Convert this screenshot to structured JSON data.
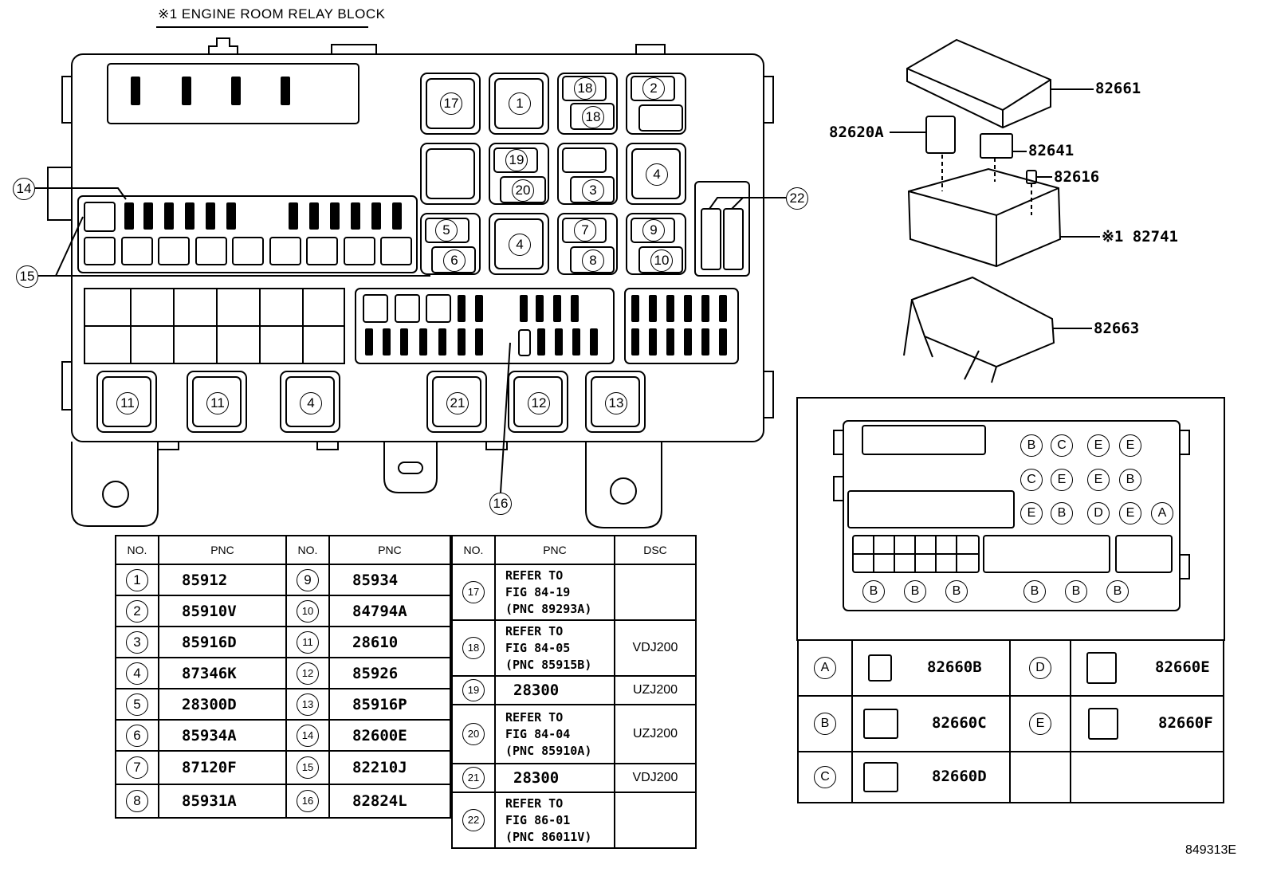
{
  "title": "※1 ENGINE ROOM RELAY BLOCK",
  "callouts_main": [
    "14",
    "15",
    "16",
    "22"
  ],
  "box_labels": {
    "top_row": [
      "17",
      "1",
      "18",
      "18",
      "2"
    ],
    "row2": [
      "19",
      "20",
      "3",
      "4"
    ],
    "row3": [
      "5",
      "6",
      "4",
      "7",
      "8",
      "9",
      "10"
    ],
    "bottom": [
      "11",
      "11",
      "4",
      "21",
      "12",
      "13"
    ]
  },
  "exploded_parts": [
    {
      "pnc": "82661"
    },
    {
      "pnc": "82620A"
    },
    {
      "pnc": "82641"
    },
    {
      "pnc": "82616"
    },
    {
      "pnc": "※1 82741"
    },
    {
      "pnc": "82663"
    }
  ],
  "connector_map": {
    "row1": [
      "B",
      "C",
      "E",
      "E"
    ],
    "row2": [
      "C",
      "E",
      "E",
      "B"
    ],
    "row3": [
      "E",
      "B",
      "D",
      "E",
      "A"
    ],
    "row4": [
      "B",
      "B",
      "B",
      "B",
      "B",
      "B"
    ]
  },
  "connector_table": [
    {
      "left_letter": "A",
      "left_pnc": "82660B",
      "right_letter": "D",
      "right_pnc": "82660E"
    },
    {
      "left_letter": "B",
      "left_pnc": "82660C",
      "right_letter": "E",
      "right_pnc": "82660F"
    },
    {
      "left_letter": "C",
      "left_pnc": "82660D",
      "right_letter": "",
      "right_pnc": ""
    }
  ],
  "table_headers": {
    "no": "NO.",
    "pnc": "PNC",
    "dsc": "DSC"
  },
  "parts_left": [
    {
      "no": "1",
      "pnc": "85912"
    },
    {
      "no": "2",
      "pnc": "85910V"
    },
    {
      "no": "3",
      "pnc": "85916D"
    },
    {
      "no": "4",
      "pnc": "87346K"
    },
    {
      "no": "5",
      "pnc": "28300D"
    },
    {
      "no": "6",
      "pnc": "85934A"
    },
    {
      "no": "7",
      "pnc": "87120F"
    },
    {
      "no": "8",
      "pnc": "85931A"
    }
  ],
  "parts_mid": [
    {
      "no": "9",
      "pnc": "85934"
    },
    {
      "no": "10",
      "pnc": "84794A"
    },
    {
      "no": "11",
      "pnc": "28610"
    },
    {
      "no": "12",
      "pnc": "85926"
    },
    {
      "no": "13",
      "pnc": "85916P"
    },
    {
      "no": "14",
      "pnc": "82600E"
    },
    {
      "no": "15",
      "pnc": "82210J"
    },
    {
      "no": "16",
      "pnc": "82824L"
    }
  ],
  "parts_right": [
    {
      "no": "17",
      "pnc": "REFER TO\nFIG 84-19\n(PNC 89293A)",
      "dsc": ""
    },
    {
      "no": "18",
      "pnc": "REFER TO\nFIG 84-05\n(PNC 85915B)",
      "dsc": "VDJ200"
    },
    {
      "no": "19",
      "pnc": "28300",
      "dsc": "UZJ200"
    },
    {
      "no": "20",
      "pnc": "REFER TO\nFIG 84-04\n(PNC 85910A)",
      "dsc": "UZJ200"
    },
    {
      "no": "21",
      "pnc": "28300",
      "dsc": "VDJ200"
    },
    {
      "no": "22",
      "pnc": "REFER TO\nFIG 86-01\n(PNC 86011V)",
      "dsc": ""
    }
  ],
  "figure_id": "849313E"
}
